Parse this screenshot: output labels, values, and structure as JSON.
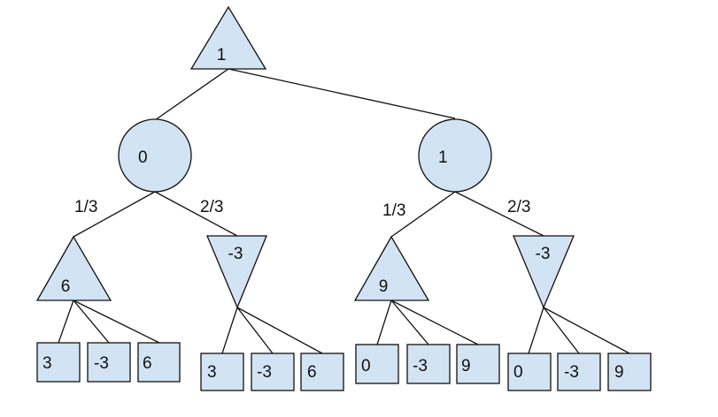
{
  "colors": {
    "node_fill": "#d2e3f3",
    "line": "#111111",
    "text": "#111111"
  },
  "tree": {
    "root": {
      "shape": "triangle-up",
      "value": "1"
    },
    "chance_left": {
      "shape": "circle",
      "value": "0",
      "prob_left": "1/3",
      "prob_right": "2/3"
    },
    "chance_right": {
      "shape": "circle",
      "value": "1",
      "prob_left": "1/3",
      "prob_right": "2/3"
    },
    "max_a": {
      "shape": "triangle-up",
      "value": "6",
      "leaves": [
        "3",
        "-3",
        "6"
      ]
    },
    "min_b": {
      "shape": "triangle-down",
      "value": "-3",
      "leaves": [
        "3",
        "-3",
        "6"
      ]
    },
    "max_c": {
      "shape": "triangle-up",
      "value": "9",
      "leaves": [
        "0",
        "-3",
        "9"
      ]
    },
    "min_d": {
      "shape": "triangle-down",
      "value": "-3",
      "leaves": [
        "0",
        "-3",
        "9"
      ]
    }
  }
}
